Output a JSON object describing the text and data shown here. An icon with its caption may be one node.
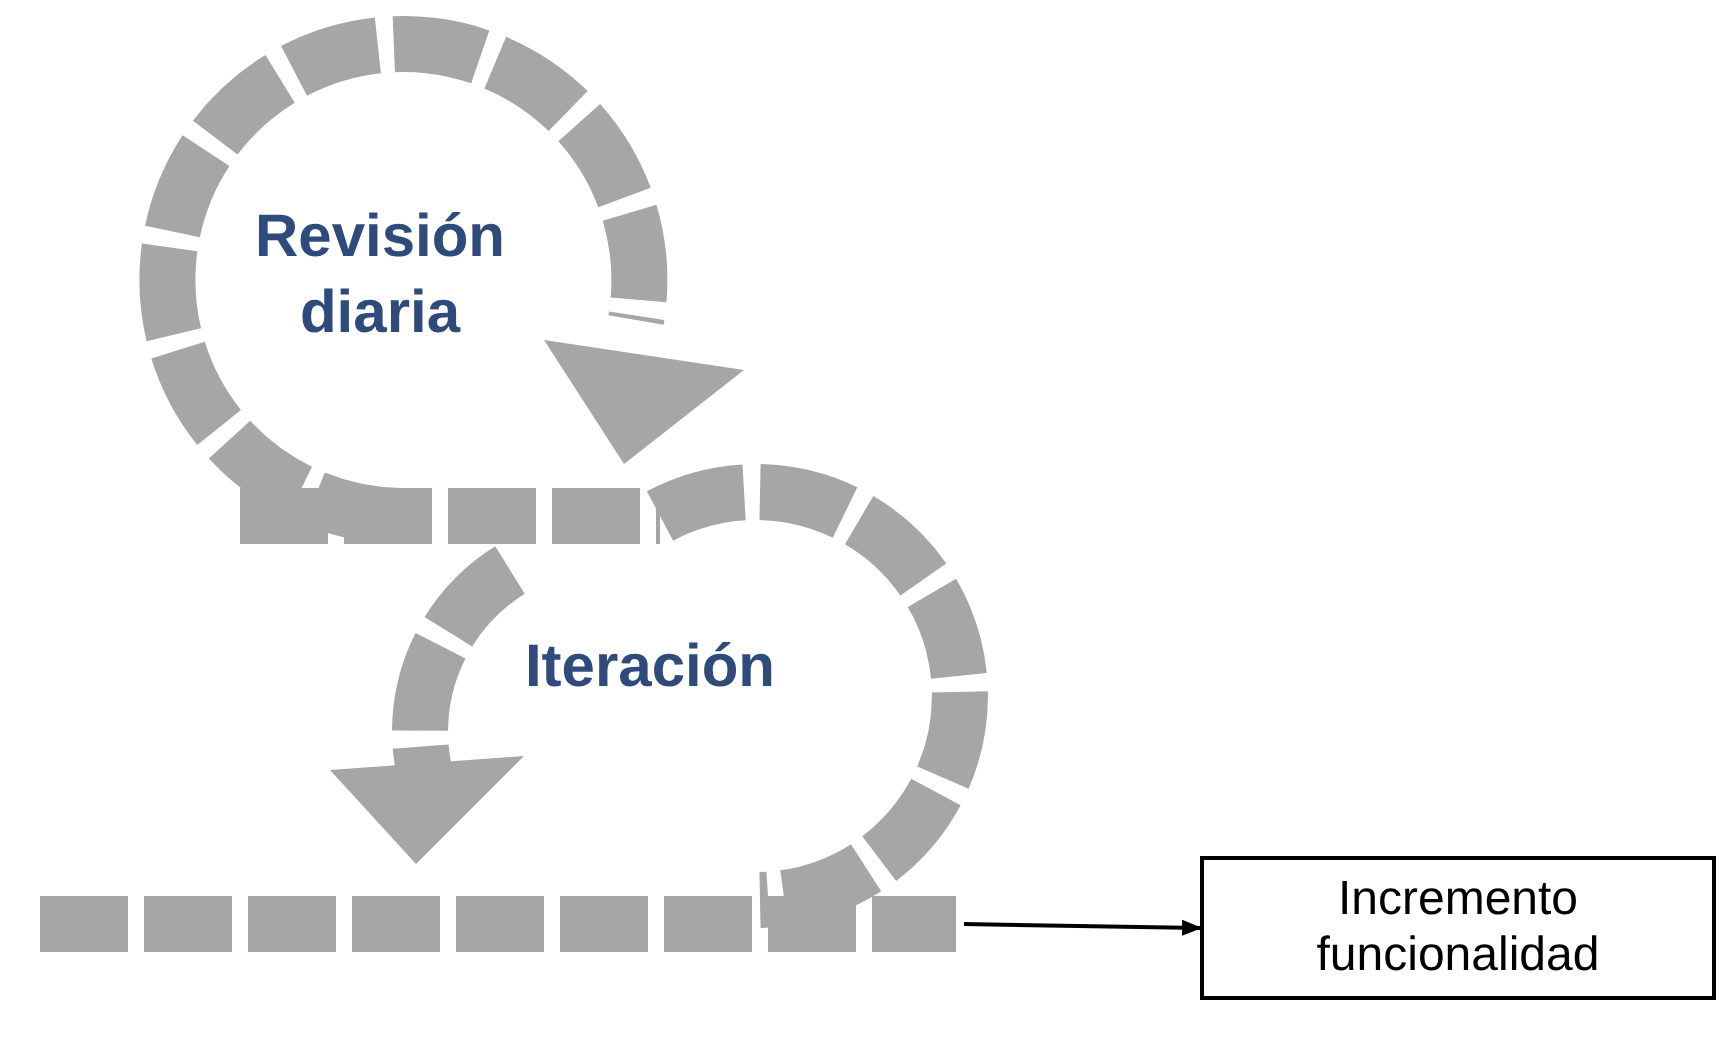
{
  "diagram": {
    "nodes": [
      {
        "text": [],
        "shape": "picture"
      },
      {
        "text": [
          "Incremento funcionalidad"
        ]
      }
    ],
    "edges": [
      {
        "from": 0,
        "to": 1,
        "arrow": "to"
      }
    ],
    "labels": [
      "Revisión diaria",
      "Iteración"
    ]
  }
}
